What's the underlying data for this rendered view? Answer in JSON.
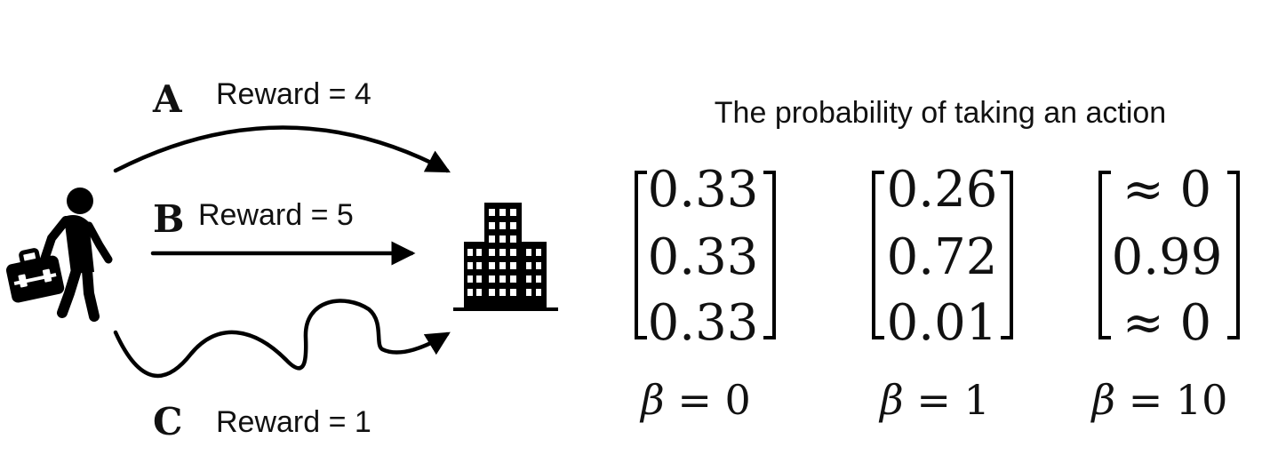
{
  "routes": [
    {
      "letter": "A",
      "reward_text": "Reward = 4"
    },
    {
      "letter": "B",
      "reward_text": "Reward = 5"
    },
    {
      "letter": "C",
      "reward_text": "Reward = 1"
    }
  ],
  "icons": {
    "traveler": "person-walking-with-briefcase-icon",
    "destination": "office-building-icon"
  },
  "probability_title": "The probability of taking an action",
  "vectors": [
    {
      "values": [
        "0.33",
        "0.33",
        "0.33"
      ],
      "beta_symbol": "β",
      "beta_rest": " = 0"
    },
    {
      "values": [
        "0.26",
        "0.72",
        "0.01"
      ],
      "beta_symbol": "β",
      "beta_rest": " = 1"
    },
    {
      "values": [
        "≈ 0",
        "0.99",
        "≈ 0"
      ],
      "beta_symbol": "β",
      "beta_rest": " = 10"
    }
  ]
}
